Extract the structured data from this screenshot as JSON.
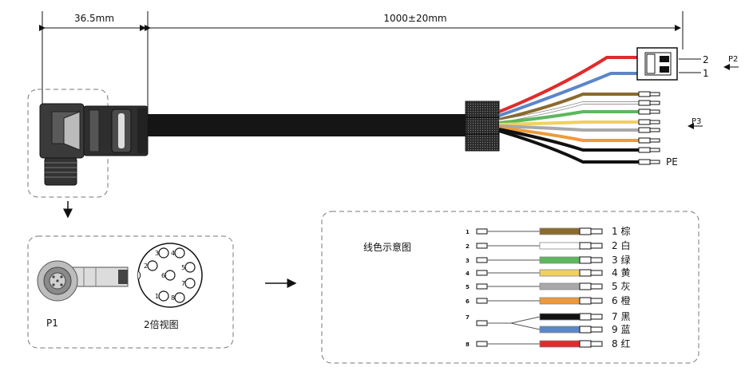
{
  "dimensions": {
    "connector_length": "36.5mm",
    "cable_length": "1000±20mm"
  },
  "connector_view": {
    "label": "P1",
    "zoom_label": "2倍视图",
    "pin_numbers": [
      "1",
      "2",
      "3",
      "4",
      "5",
      "6",
      "7",
      "8"
    ]
  },
  "terminal_labels": {
    "p2": "P2",
    "p3": "P3",
    "pin_2": "2",
    "pin_1": "1",
    "pe": "PE"
  },
  "legend": {
    "title": "线色示意图",
    "rows": [
      {
        "pin": "1",
        "label": "1 棕",
        "color": "#8b6a2e"
      },
      {
        "pin": "2",
        "label": "2 白",
        "color": "#ffffff"
      },
      {
        "pin": "3",
        "label": "3 绿",
        "color": "#5cb85c"
      },
      {
        "pin": "4",
        "label": "4 黄",
        "color": "#f0d060"
      },
      {
        "pin": "5",
        "label": "5 灰",
        "color": "#a8a8a8"
      },
      {
        "pin": "6",
        "label": "6 橙",
        "color": "#ee9a3a"
      },
      {
        "pin": "7",
        "label": "7 黑",
        "color": "#111111"
      },
      {
        "pin": "",
        "label": "9 蓝",
        "color": "#5b86c8"
      },
      {
        "pin": "8",
        "label": "8 红",
        "color": "#e02b2b"
      }
    ]
  }
}
